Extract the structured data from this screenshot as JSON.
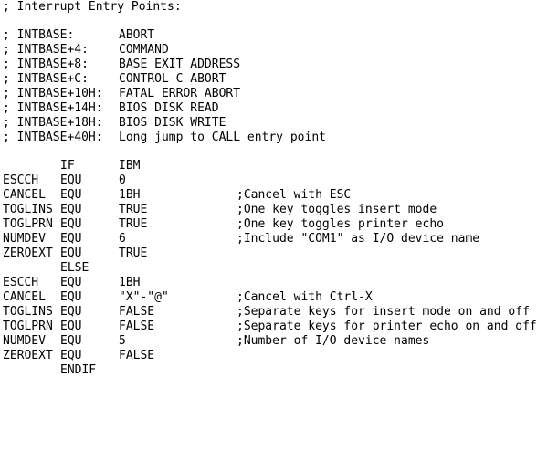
{
  "header": {
    "title": "; Interrupt Entry Points:"
  },
  "entries": [
    {
      "label": "; INTBASE:",
      "desc": "ABORT"
    },
    {
      "label": "; INTBASE+4:",
      "desc": "COMMAND"
    },
    {
      "label": "; INTBASE+8:",
      "desc": "BASE EXIT ADDRESS"
    },
    {
      "label": "; INTBASE+C:",
      "desc": "CONTROL-C ABORT"
    },
    {
      "label": "; INTBASE+10H:",
      "desc": "FATAL ERROR ABORT"
    },
    {
      "label": "; INTBASE+14H:",
      "desc": "BIOS DISK READ"
    },
    {
      "label": "; INTBASE+18H:",
      "desc": "BIOS DISK WRITE"
    },
    {
      "label": "; INTBASE+40H:",
      "desc": "Long jump to CALL entry point"
    }
  ],
  "code": [
    {
      "label": "",
      "op": "IF",
      "val": "IBM",
      "cmt": ""
    },
    {
      "label": "ESCCH",
      "op": "EQU",
      "val": "0",
      "cmt": ""
    },
    {
      "label": "CANCEL",
      "op": "EQU",
      "val": "1BH",
      "cmt": ";Cancel with ESC"
    },
    {
      "label": "TOGLINS",
      "op": "EQU",
      "val": "TRUE",
      "cmt": ";One key toggles insert mode"
    },
    {
      "label": "TOGLPRN",
      "op": "EQU",
      "val": "TRUE",
      "cmt": ";One key toggles printer echo"
    },
    {
      "label": "NUMDEV",
      "op": "EQU",
      "val": "6",
      "cmt": ";Include \"COM1\" as I/O device name"
    },
    {
      "label": "ZEROEXT",
      "op": "EQU",
      "val": "TRUE",
      "cmt": ""
    },
    {
      "label": "",
      "op": "ELSE",
      "val": "",
      "cmt": ""
    },
    {
      "label": "ESCCH",
      "op": "EQU",
      "val": "1BH",
      "cmt": ""
    },
    {
      "label": "CANCEL",
      "op": "EQU",
      "val": "\"X\"-\"@\"",
      "cmt": ";Cancel with Ctrl-X"
    },
    {
      "label": "TOGLINS",
      "op": "EQU",
      "val": "FALSE",
      "cmt": ";Separate keys for insert mode on and off"
    },
    {
      "label": "TOGLPRN",
      "op": "EQU",
      "val": "FALSE",
      "cmt": ";Separate keys for printer echo on and off"
    },
    {
      "label": "NUMDEV",
      "op": "EQU",
      "val": "5",
      "cmt": ";Number of I/O device names"
    },
    {
      "label": "ZEROEXT",
      "op": "EQU",
      "val": "FALSE",
      "cmt": ""
    },
    {
      "label": "",
      "op": "ENDIF",
      "val": "",
      "cmt": ""
    }
  ]
}
